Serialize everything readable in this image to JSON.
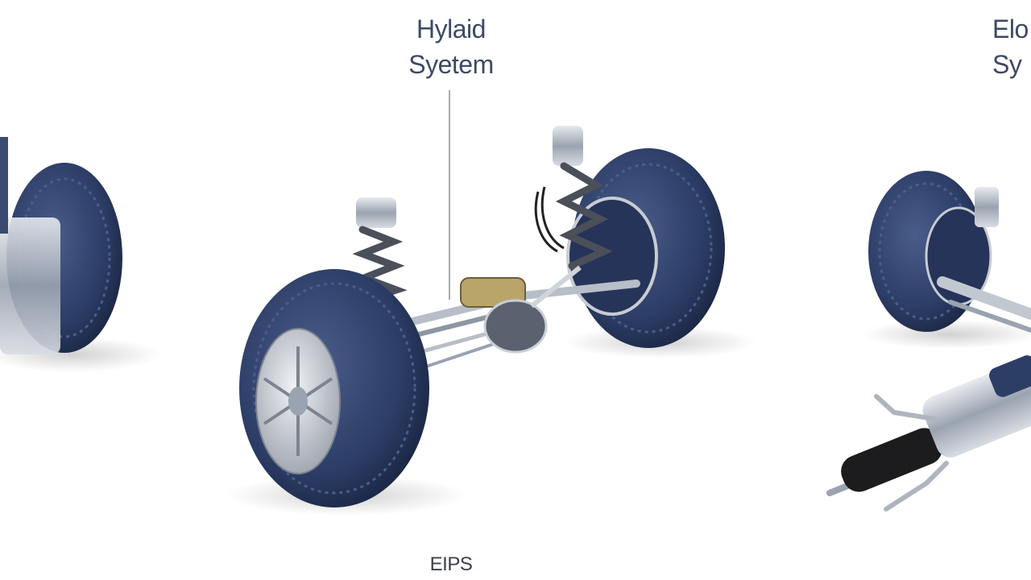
{
  "labels": {
    "center_title": [
      "Hylaid",
      "Syetem"
    ],
    "right_title": [
      "Elo",
      "Sy"
    ],
    "bottom_caption": "EIPS"
  },
  "colors": {
    "tire": "#2c3d66",
    "tire_highlight": "#4a5d8a",
    "rim": "#c8ccd3",
    "metal": "#9aa3b0",
    "line": "#8a8f98",
    "text": "#3d4a66"
  }
}
